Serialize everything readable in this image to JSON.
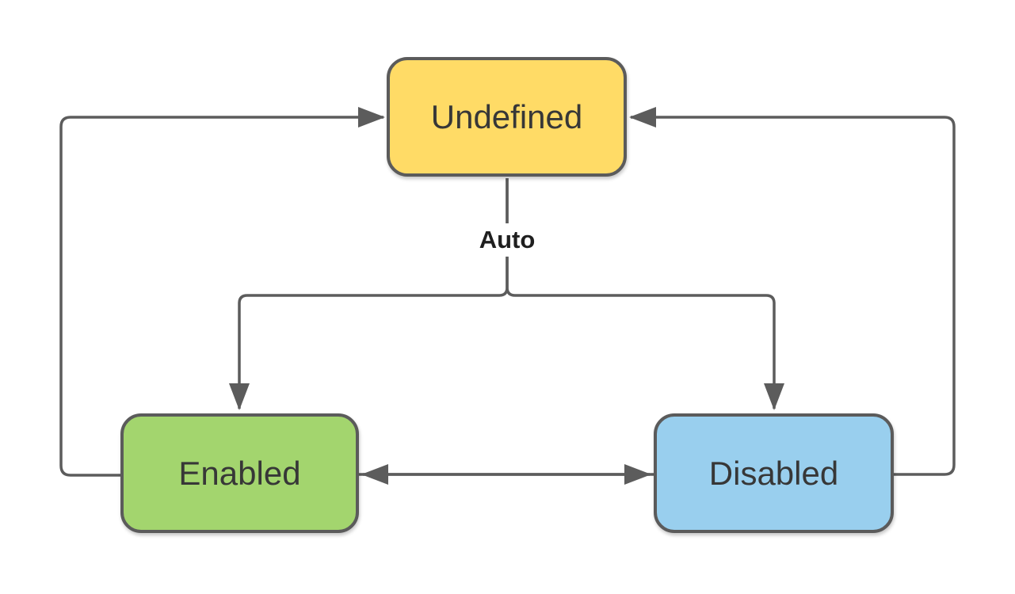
{
  "diagram": {
    "type": "state-diagram",
    "nodes": [
      {
        "id": "undefined",
        "label": "Undefined",
        "fill": "#FFDB66"
      },
      {
        "id": "enabled",
        "label": "Enabled",
        "fill": "#A3D56E"
      },
      {
        "id": "disabled",
        "label": "Disabled",
        "fill": "#99CFEE"
      }
    ],
    "edges": [
      {
        "from": "Undefined",
        "to": "Enabled",
        "label": "Auto"
      },
      {
        "from": "Undefined",
        "to": "Disabled",
        "label": "Auto"
      },
      {
        "from": "Enabled",
        "to": "Undefined",
        "label": ""
      },
      {
        "from": "Disabled",
        "to": "Undefined",
        "label": ""
      },
      {
        "from": "Enabled",
        "to": "Disabled",
        "label": ""
      },
      {
        "from": "Disabled",
        "to": "Enabled",
        "label": ""
      }
    ],
    "auto_label": "Auto",
    "colors": {
      "connector": "#5C5C5C",
      "node_border": "#5B5B5B",
      "node_text": "#373737",
      "edge_label_text": "#1F1F1F",
      "canvas_background": "#FFFFFF"
    }
  }
}
